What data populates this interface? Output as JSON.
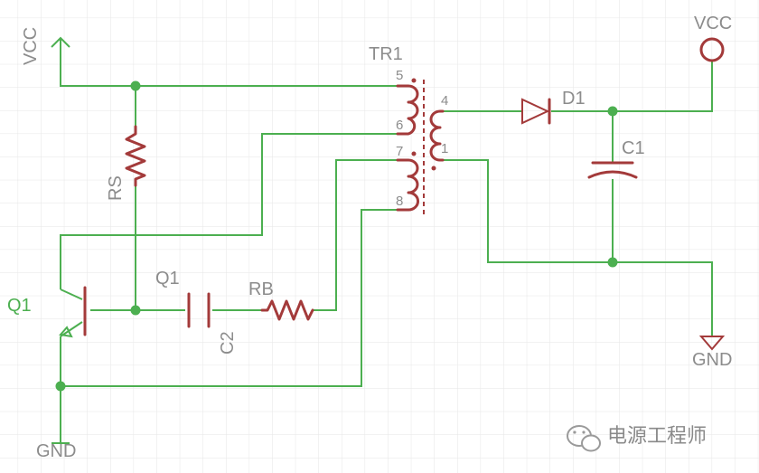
{
  "labels": {
    "vcc_left": "VCC",
    "vcc_right": "VCC",
    "tr1": "TR1",
    "rs": "RS",
    "q1_top": "Q1",
    "q1_side": "Q1",
    "rb": "RB",
    "c2": "C2",
    "d1": "D1",
    "c1": "C1",
    "gnd_left": "GND",
    "gnd_right": "GND"
  },
  "pins": {
    "p5": "5",
    "p6": "6",
    "p7": "7",
    "p8": "8",
    "p4": "4",
    "p1": "1"
  },
  "watermark": "电源工程师",
  "colors": {
    "wire": "#4caf50",
    "part": "#a33a3a",
    "text": "#8c8c8c",
    "grid": "#e6e6e6"
  }
}
